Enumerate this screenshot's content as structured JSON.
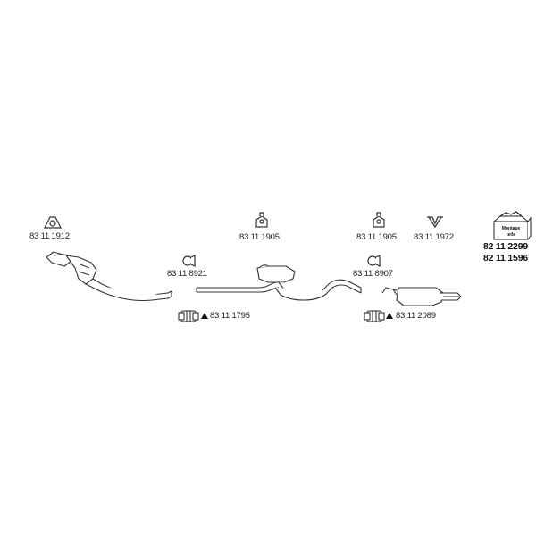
{
  "parts": {
    "gasket_front": "83 11 1912",
    "hanger_mid_1": "83 11 1905",
    "hanger_mid_2": "83 11 1905",
    "hanger_v": "83 11 1972",
    "clamp_1": "83 11 8921",
    "clamp_2": "83 11 8907",
    "sleeve_1": "83 11 1795",
    "sleeve_2": "83 11 2089"
  },
  "kit": {
    "box_text_line1": "Montage",
    "box_text_line2": "teile",
    "code_1": "82 11 2299",
    "code_2": "82 11 1596"
  },
  "colors": {
    "line": "#333333",
    "fill": "#ffffff",
    "dark": "#111111"
  },
  "icons": [
    "gasket-icon",
    "hanger-icon",
    "v-hanger-icon",
    "clamp-icon",
    "sleeve-icon",
    "warning-triangle-icon",
    "mounting-kit-box-icon"
  ]
}
